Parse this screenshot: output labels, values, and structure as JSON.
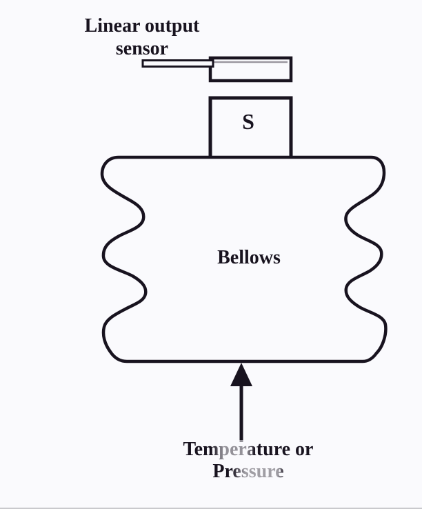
{
  "diagram": {
    "labels": {
      "sensor": "Linear output\nsensor",
      "magnet_pole": "S",
      "bellows": "Bellows",
      "input": "Temperature or\nPressure"
    },
    "icons": {
      "input_arrow": "arrow-up"
    },
    "colors": {
      "ink": "#18131f",
      "background": "#fafafd",
      "sensor_core": "#9b97a0"
    }
  }
}
